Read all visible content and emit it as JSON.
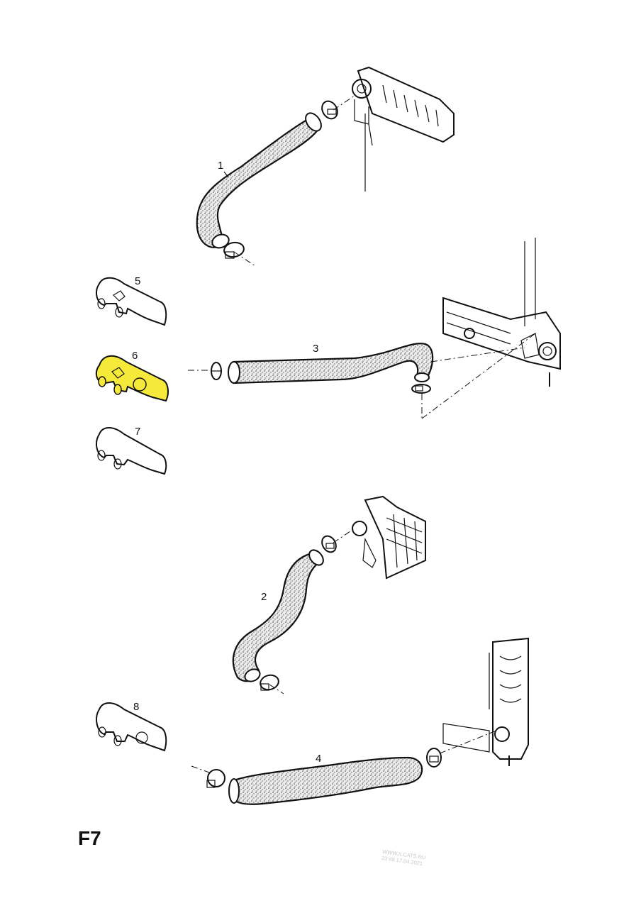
{
  "callouts": {
    "p1": "1",
    "p2": "2",
    "p3": "3",
    "p4": "4",
    "p5": "5",
    "p6": "6",
    "p7": "7",
    "p8": "8"
  },
  "page_code": "F7",
  "watermark": {
    "line1": "WWW.ILCATS.RU",
    "line2": "23:48 17.04.2021"
  },
  "colors": {
    "highlight": "#f5e93a",
    "ink": "#111111",
    "hose_fill": "#e8e8e8"
  }
}
